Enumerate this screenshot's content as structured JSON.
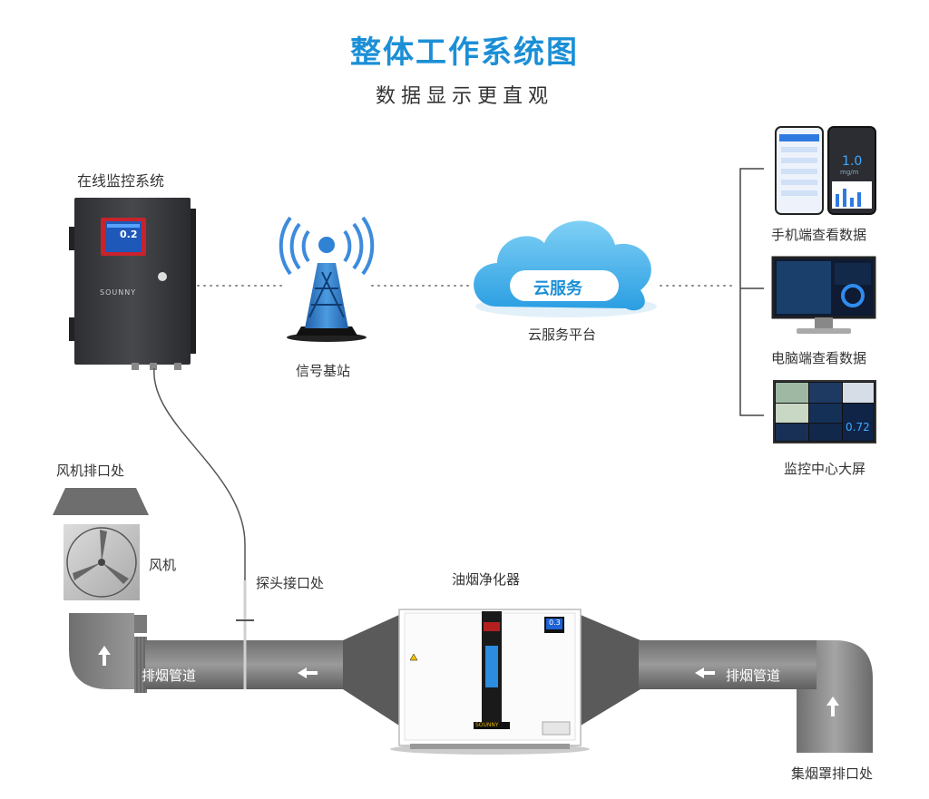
{
  "title": "整体工作系统图",
  "subtitle": "数据显示更直观",
  "monitor": {
    "label": "在线监控系统",
    "screen_value": "0.2",
    "brand": "SOUNNY"
  },
  "tower_label": "信号基站",
  "cloud": {
    "inner": "云服务",
    "label": "云服务平台"
  },
  "devices": {
    "phone_label": "手机端查看数据",
    "phone_value": "1.0",
    "phone_unit": "mg/m",
    "pc_label": "电脑端查看数据",
    "wall_label": "监控中心大屏",
    "wall_value": "0.72"
  },
  "duct": {
    "fan_exhaust": "风机排口处",
    "fan": "风机",
    "probe": "探头接口处",
    "purifier": "油烟净化器",
    "pipe_left": "排烟管道",
    "pipe_right": "排烟管道",
    "hood": "集烟罩排口处",
    "purifier_display": "0.3",
    "purifier_brand": "SOUNNY"
  },
  "colors": {
    "accent": "#1b8fd6",
    "duct": "#8a8a8a",
    "cabinet": "#3c3d40"
  }
}
